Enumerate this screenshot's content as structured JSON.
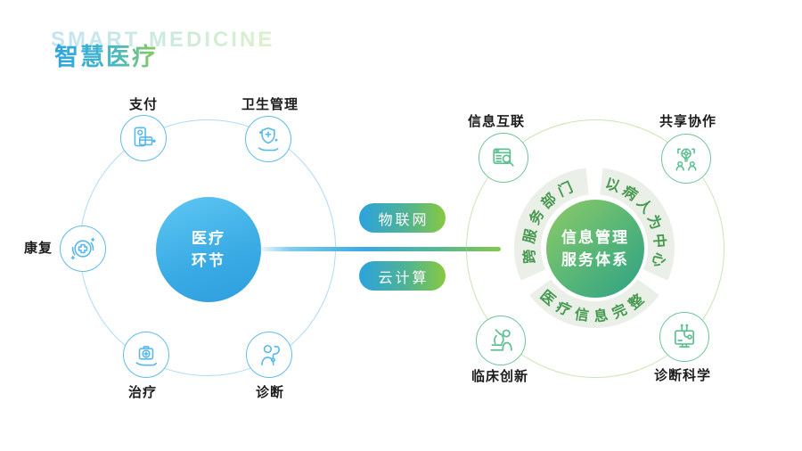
{
  "slide": {
    "title": "智慧医疗",
    "watermark": "SMART MEDICINE"
  },
  "left_diagram": {
    "center_circle": {
      "line1": "医疗",
      "line2": "环节"
    },
    "nodes": [
      {
        "label": "支付",
        "icon": "payment-card-icon"
      },
      {
        "label": "卫生管理",
        "icon": "shield-hand-icon"
      },
      {
        "label": "康复",
        "icon": "recovery-cross-icon"
      },
      {
        "label": "治疗",
        "icon": "first-aid-kit-icon"
      },
      {
        "label": "诊断",
        "icon": "doctor-stethoscope-icon"
      }
    ]
  },
  "connector": {
    "pill_top": "物联网",
    "pill_bottom": "云计算"
  },
  "right_diagram": {
    "center_circle": {
      "line1": "信息管理",
      "line2": "服务体系"
    },
    "ring_labels": {
      "top_left": "跨服务部门",
      "top_right": "以病人为中心",
      "bottom": "医疗信息完整"
    },
    "nodes": [
      {
        "label": "信息互联",
        "icon": "document-search-icon"
      },
      {
        "label": "共享协作",
        "icon": "idea-team-icon"
      },
      {
        "label": "临床创新",
        "icon": "microscope-research-icon"
      },
      {
        "label": "诊断科学",
        "icon": "monitor-stethoscope-icon"
      }
    ]
  },
  "colors": {
    "blue": "#2d9fdd",
    "green": "#87c940",
    "teal_green": "#2fa184",
    "ring": "#eaf0e8",
    "curved_text": "#47994f"
  }
}
